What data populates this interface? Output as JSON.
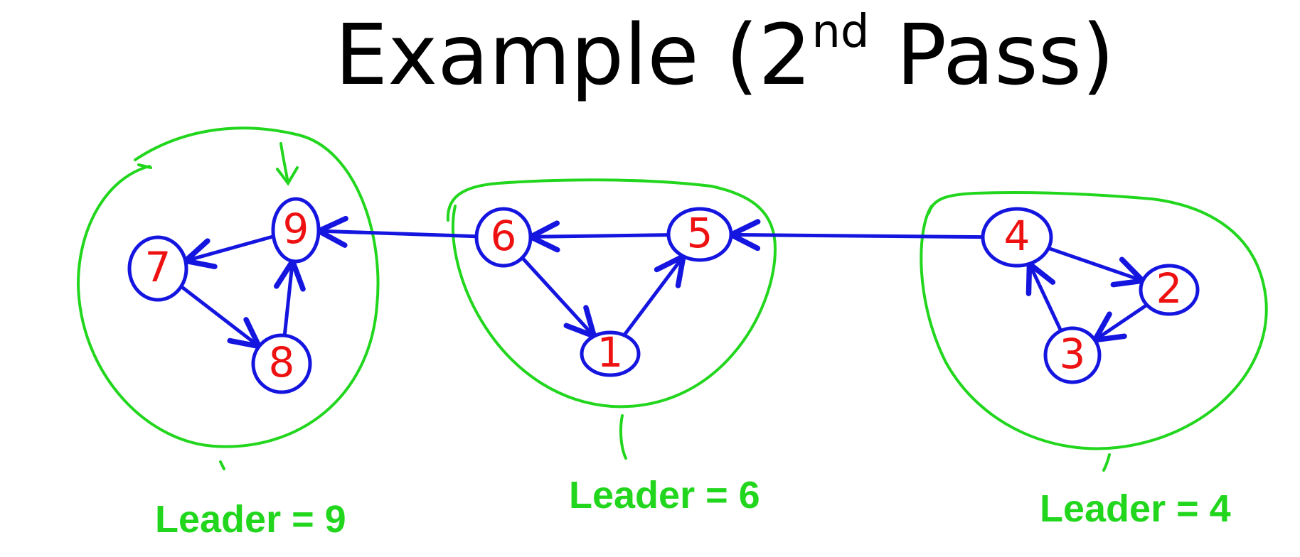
{
  "title": {
    "main": "Example (2",
    "sup": "nd",
    "tail": " Pass)"
  },
  "colors": {
    "edge": "#1515e0",
    "label": "#ee1111",
    "group": "#22d61e",
    "title": "#000000"
  },
  "nodes": [
    {
      "id": "7",
      "label": "7"
    },
    {
      "id": "9",
      "label": "9"
    },
    {
      "id": "8",
      "label": "8"
    },
    {
      "id": "6",
      "label": "6"
    },
    {
      "id": "5",
      "label": "5"
    },
    {
      "id": "1",
      "label": "1"
    },
    {
      "id": "4",
      "label": "4"
    },
    {
      "id": "2",
      "label": "2"
    },
    {
      "id": "3",
      "label": "3"
    }
  ],
  "edges": [
    {
      "from": "9",
      "to": "7"
    },
    {
      "from": "7",
      "to": "8"
    },
    {
      "from": "8",
      "to": "9"
    },
    {
      "from": "6",
      "to": "1"
    },
    {
      "from": "1",
      "to": "5"
    },
    {
      "from": "5",
      "to": "6"
    },
    {
      "from": "4",
      "to": "2"
    },
    {
      "from": "2",
      "to": "3"
    },
    {
      "from": "3",
      "to": "4"
    },
    {
      "from": "6",
      "to": "9"
    },
    {
      "from": "4",
      "to": "5"
    }
  ],
  "groups": [
    {
      "name": "scc-left",
      "leader_label": "Leader = 9"
    },
    {
      "name": "scc-middle",
      "leader_label": "Leader = 6"
    },
    {
      "name": "scc-right",
      "leader_label": "Leader = 4"
    }
  ]
}
